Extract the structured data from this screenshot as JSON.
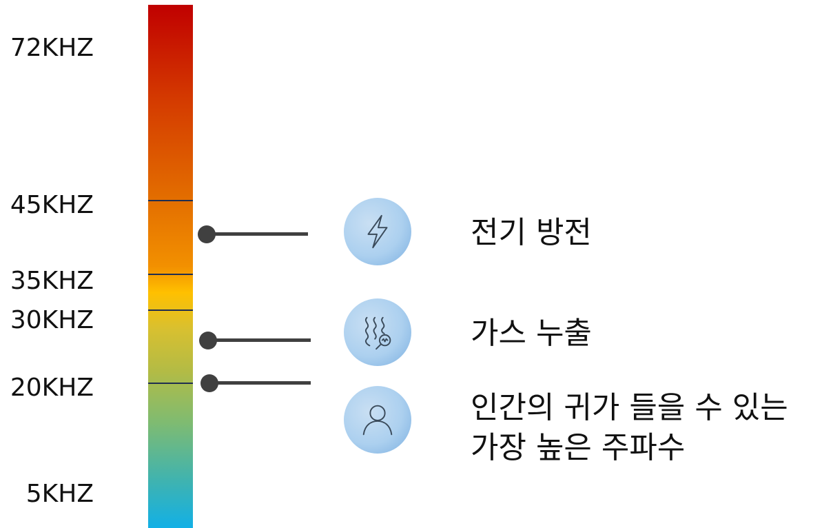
{
  "scale": {
    "labels": [
      "72KHZ",
      "45KHZ",
      "35KHZ",
      "30KHZ",
      "20KHZ",
      "5KHZ"
    ]
  },
  "events": [
    {
      "icon": "lightning-icon",
      "label": "전기 방전"
    },
    {
      "icon": "gas-leak-icon",
      "label": "가스 누출"
    },
    {
      "icon": "person-icon",
      "label_line1": "인간의 귀가 들을 수 있는",
      "label_line2": "가장 높은 주파수"
    }
  ],
  "colors": {
    "scale_top": "#c00000",
    "scale_middle": "#ffc000",
    "scale_bottom": "#12b0e6",
    "icon_circle": "#acd0ef",
    "connector": "#404040",
    "tick": "#1f2d50"
  }
}
